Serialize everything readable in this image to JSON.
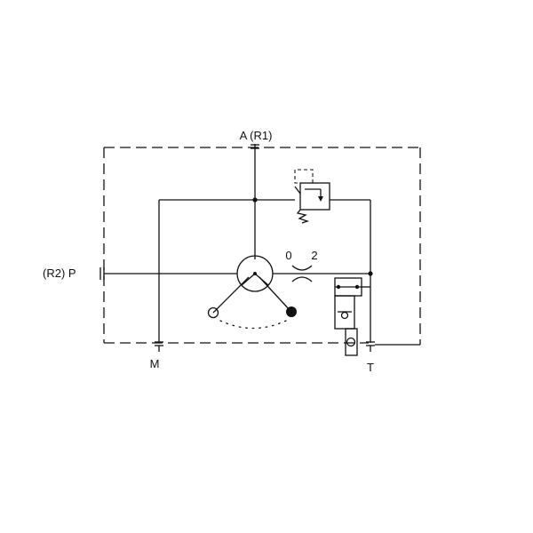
{
  "ports": {
    "a": "A (R1)",
    "p": "(R2) P",
    "m": "M",
    "t": "T"
  },
  "orifice": {
    "left_label": "0",
    "right_label": "2"
  }
}
